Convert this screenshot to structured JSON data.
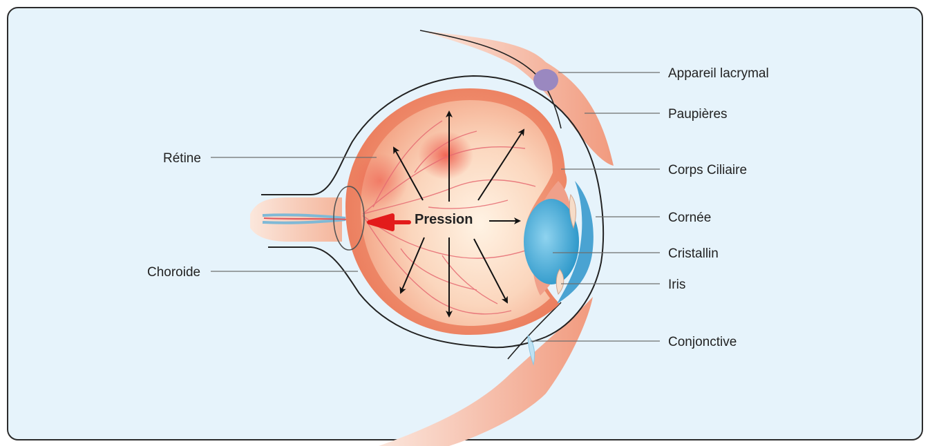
{
  "diagram": {
    "labels": {
      "appareil_lacrymal": "Appareil lacrymal",
      "paupieres": "Paupières",
      "corps_ciliaire": "Corps Ciliaire",
      "cornee": "Cornée",
      "cristallin": "Cristallin",
      "iris": "Iris",
      "conjonctive": "Conjonctive",
      "retine": "Rétine",
      "choroide": "Choroide"
    },
    "center_label": "Pression"
  },
  "colors": {
    "background": "#e6f3fb",
    "eye_outer": "#ef8a6a",
    "eye_inner": "#fbe0c8",
    "lens": "#3ea9d8",
    "lacrimal": "#9a88c0",
    "pressure_arrow_red": "#e31b1b"
  }
}
